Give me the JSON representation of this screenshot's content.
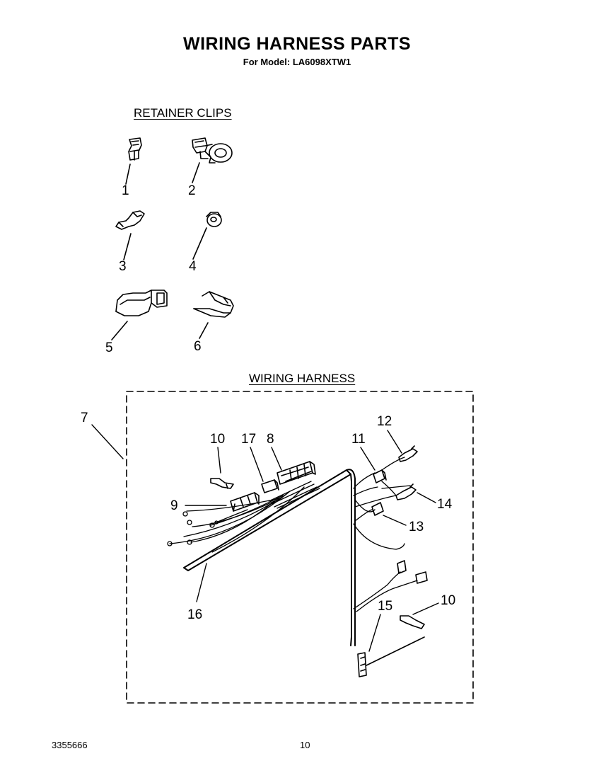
{
  "header": {
    "title": "WIRING HARNESS PARTS",
    "model": "For Model: LA6098XTW1"
  },
  "sections": {
    "retainer_clips": "RETAINER CLIPS",
    "wiring_harness": "WIRING HARNESS"
  },
  "clip_labels": [
    "1",
    "2",
    "3",
    "4",
    "5",
    "6"
  ],
  "harness_labels": {
    "l7": "7",
    "l10a": "10",
    "l17": "17",
    "l8": "8",
    "l11": "11",
    "l12": "12",
    "l9": "9",
    "l14": "14",
    "l13": "13",
    "l16": "16",
    "l15": "15",
    "l10b": "10"
  },
  "footer": {
    "doc_number": "3355666",
    "page_number": "10"
  }
}
